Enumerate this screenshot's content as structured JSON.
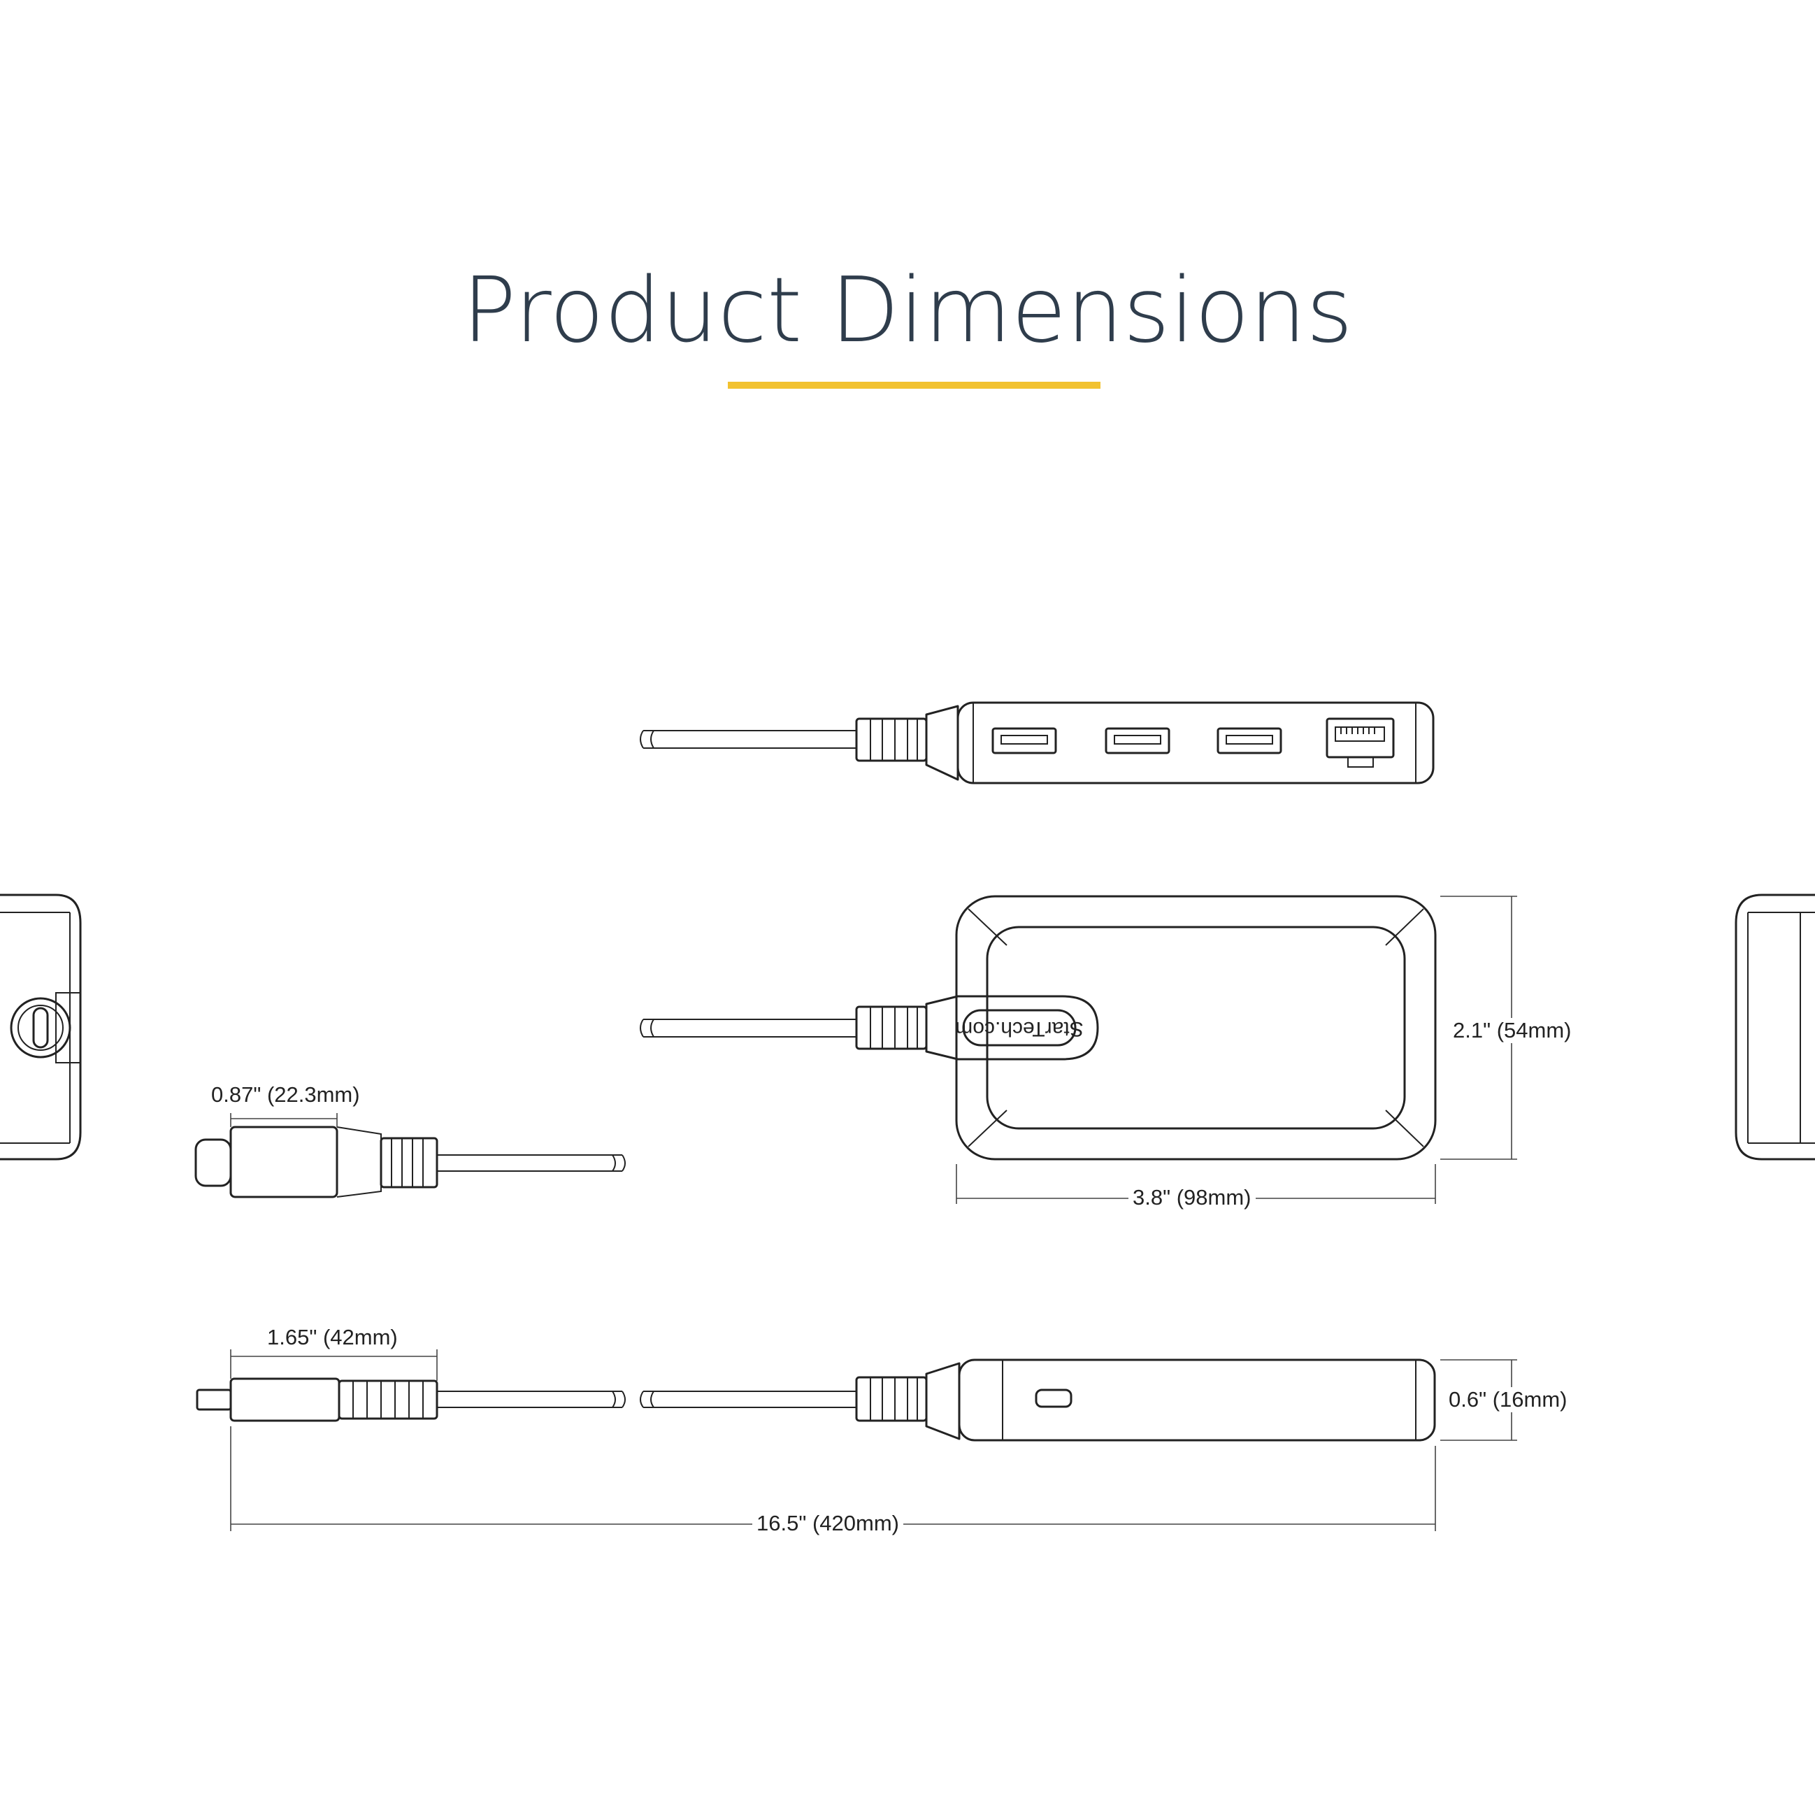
{
  "title": "Product Dimensions",
  "colors": {
    "title": "#2f3d4c",
    "accent": "#f2c230",
    "line": "#222222"
  },
  "brand_logo": "StarTech.com",
  "dimensions": {
    "connector_width": "0.87\" (22.3mm)",
    "hub_width": "2.1\" (54mm)",
    "hub_length": "3.8\" (98mm)",
    "connector_length": "1.65\" (42mm)",
    "hub_height": "0.6\" (16mm)",
    "total_length": "16.5\" (420mm)"
  }
}
